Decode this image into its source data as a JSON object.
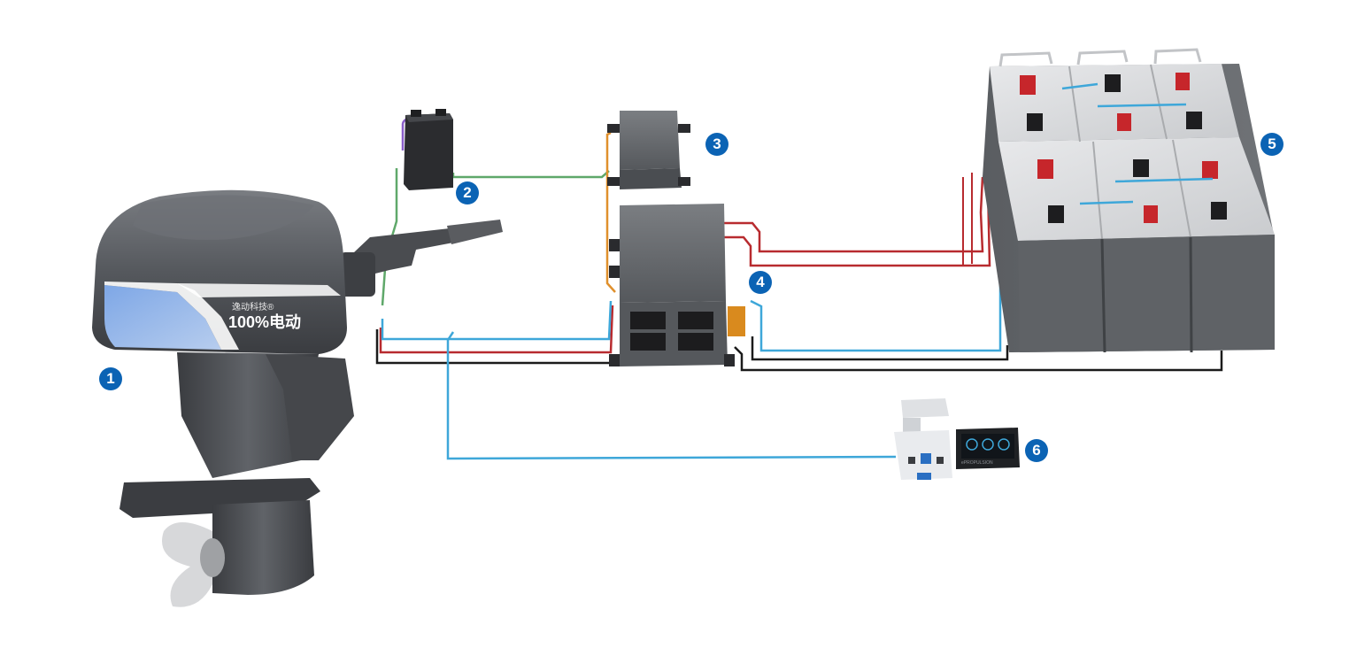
{
  "motor": {
    "brand_text": "逸动科技®",
    "slogan": "100%电动"
  },
  "badges": [
    {
      "id": "badge-1",
      "label": "1"
    },
    {
      "id": "badge-2",
      "label": "2"
    },
    {
      "id": "badge-3",
      "label": "3"
    },
    {
      "id": "badge-4",
      "label": "4"
    },
    {
      "id": "badge-5",
      "label": "5"
    },
    {
      "id": "badge-6",
      "label": "6"
    }
  ],
  "display": {
    "brand_text": "ePROPULSION"
  },
  "colors": {
    "badge": "#0b63b4",
    "cable_blue": "#3ea7d9",
    "cable_red": "#b82b2f",
    "cable_black": "#1b1b1b",
    "cable_green": "#5fa86a",
    "cable_orange": "#e0902c",
    "cable_purple": "#8a5ec9",
    "motor_accent": "#5b8fd6"
  }
}
